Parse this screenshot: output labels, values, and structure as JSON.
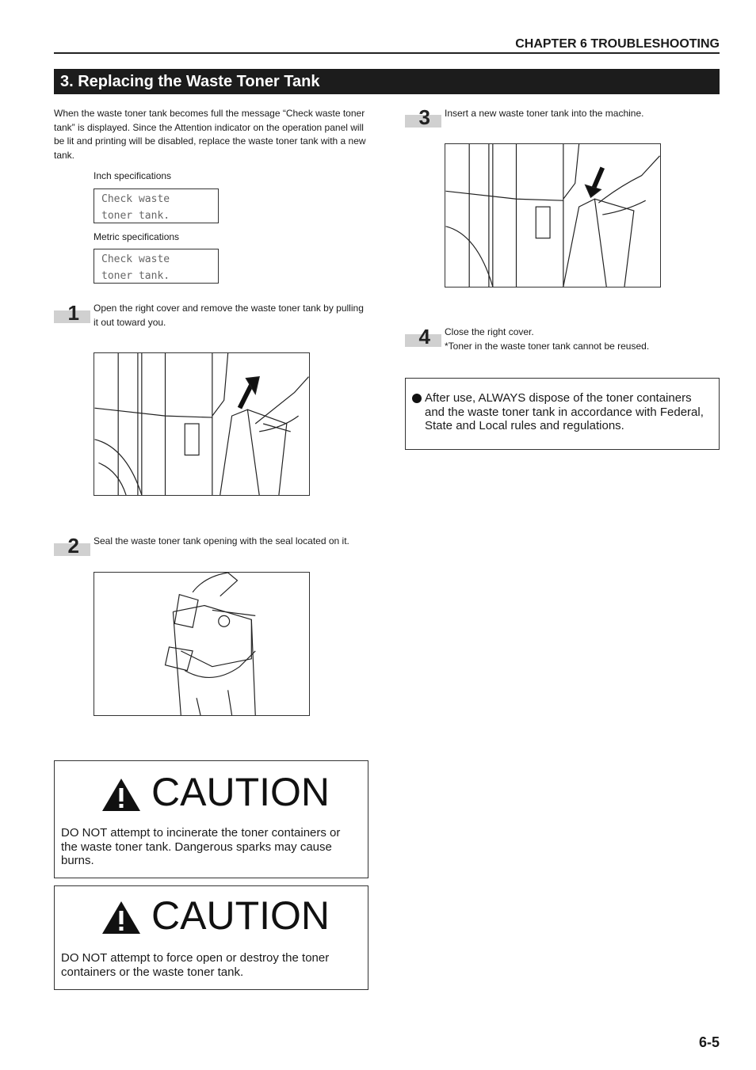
{
  "header": {
    "chapter": "CHAPTER 6  TROUBLESHOOTING"
  },
  "section": {
    "title": "3.   Replacing the Waste Toner Tank"
  },
  "intro": "When the waste toner tank becomes full the message “Check waste toner tank” is displayed. Since the Attention indicator on the operation panel will be lit and printing will be disabled, replace the waste toner tank with a new tank.",
  "specs": {
    "inch_label": "Inch specifications",
    "inch_line1": "Check waste",
    "inch_line2": "toner tank.",
    "metric_label": "Metric specifications",
    "metric_line1": "Check waste",
    "metric_line2": "toner tank."
  },
  "steps": [
    {
      "number": "1",
      "text": "Open the right cover and remove the waste toner tank by pulling it out toward you."
    },
    {
      "number": "2",
      "text": "Seal the waste toner tank opening with the seal located on it."
    },
    {
      "number": "3",
      "text": "Insert a new waste toner tank into the machine."
    },
    {
      "number": "4",
      "text": "Close the right cover.",
      "note": "*Toner in the waste toner tank cannot be reused."
    }
  ],
  "cautions": [
    {
      "title": "CAUTION",
      "text": "DO NOT attempt to incinerate the toner containers or the waste toner tank. Dangerous sparks may cause burns."
    },
    {
      "title": "CAUTION",
      "text": "DO NOT attempt to force open or destroy the toner containers or the waste toner tank."
    }
  ],
  "note": {
    "text": "After use, ALWAYS dispose of the toner containers and the waste toner tank in accordance with Federal, State and Local rules and regulations."
  },
  "footer": {
    "page": "6-5"
  }
}
